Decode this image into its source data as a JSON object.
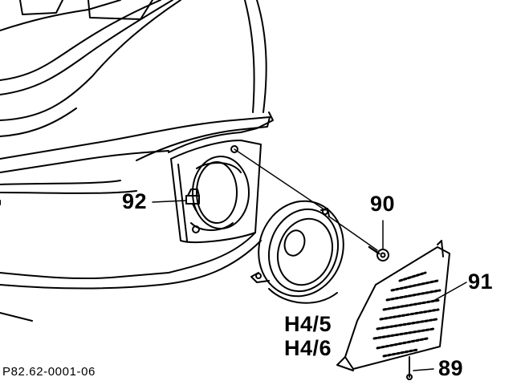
{
  "callouts": {
    "part_92": "92",
    "part_90": "90",
    "part_91": "91",
    "part_89": "89",
    "speaker_h4_5": "H4/5",
    "speaker_h4_6": "H4/6"
  },
  "reference_code": "P82.62-0001-06",
  "colors": {
    "line": "#000000",
    "background": "#ffffff",
    "hatch": "#000000"
  }
}
